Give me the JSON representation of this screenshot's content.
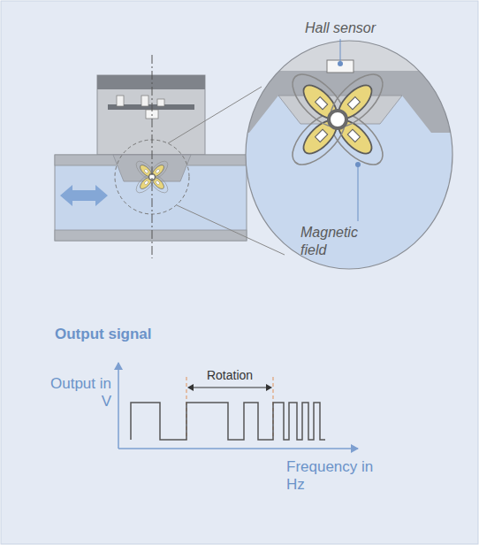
{
  "diagram": {
    "labels": [
      "Hall sensor",
      "Magnetic field",
      "Output signal",
      "Output in V",
      "Frequency in Hz",
      "Rotation"
    ]
  }
}
